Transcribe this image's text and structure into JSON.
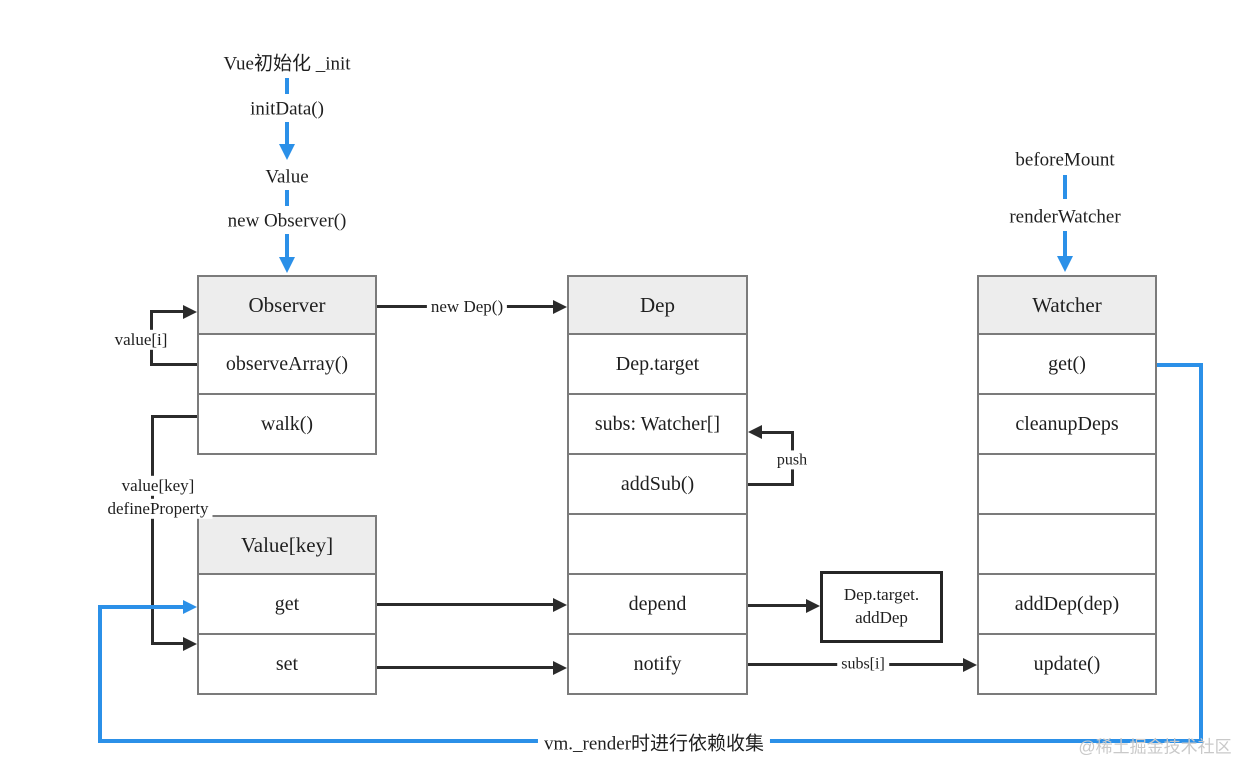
{
  "flow_top_left": {
    "init": "Vue初始化 _init",
    "init_data": "initData()",
    "value": "Value",
    "new_observer": "new Observer()"
  },
  "flow_top_right": {
    "before_mount": "beforeMount",
    "render_watcher": "renderWatcher"
  },
  "boxes": {
    "observer": {
      "title": "Observer",
      "rows": [
        "observeArray()",
        "walk()"
      ]
    },
    "value_key": {
      "title": "Value[key]",
      "rows": [
        "get",
        "set"
      ]
    },
    "dep": {
      "title": "Dep",
      "rows": [
        "Dep.target",
        "subs: Watcher[]",
        "addSub()",
        "",
        "depend",
        "notify"
      ]
    },
    "watcher": {
      "title": "Watcher",
      "rows": [
        "get()",
        "cleanupDeps",
        "",
        "",
        "addDep(dep)",
        "update()"
      ]
    },
    "callout": {
      "line1": "Dep.target.",
      "line2": "addDep"
    }
  },
  "edge_labels": {
    "new_dep": "new Dep()",
    "value_i": "value[i]",
    "value_key": "value[key]",
    "define_property": "defineProperty",
    "push": "push",
    "subs_i": "subs[i]",
    "render_note": "vm._render时进行依赖收集"
  },
  "watermark": "@稀土掘金技术社区",
  "colors": {
    "accent_blue": "#2b90e8",
    "line_black": "#2b2b2b",
    "box_border": "#7b7b7b",
    "header_fill": "#ededed",
    "watermark_gray": "#c9c9c9"
  }
}
